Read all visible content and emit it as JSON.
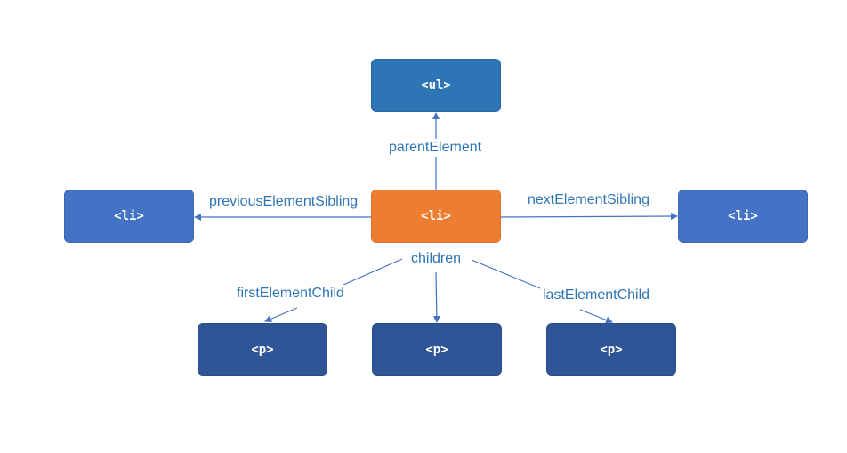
{
  "nodes": {
    "ul": "<ul>",
    "li_prev": "<li>",
    "li_current": "<li>",
    "li_next": "<li>",
    "p_first": "<p>",
    "p_middle": "<p>",
    "p_last": "<p>"
  },
  "edge_labels": {
    "parent": "parentElement",
    "previous": "previousElementSibling",
    "next": "nextElementSibling",
    "children": "children",
    "first": "firstElementChild",
    "last": "lastElementChild"
  },
  "colors": {
    "parent_node": "#2e75b6",
    "sibling_node": "#4472c4",
    "current_node": "#ed7d31",
    "child_node": "#2f5597",
    "edge": "#4472c4",
    "label_text": "#2e75b6"
  }
}
